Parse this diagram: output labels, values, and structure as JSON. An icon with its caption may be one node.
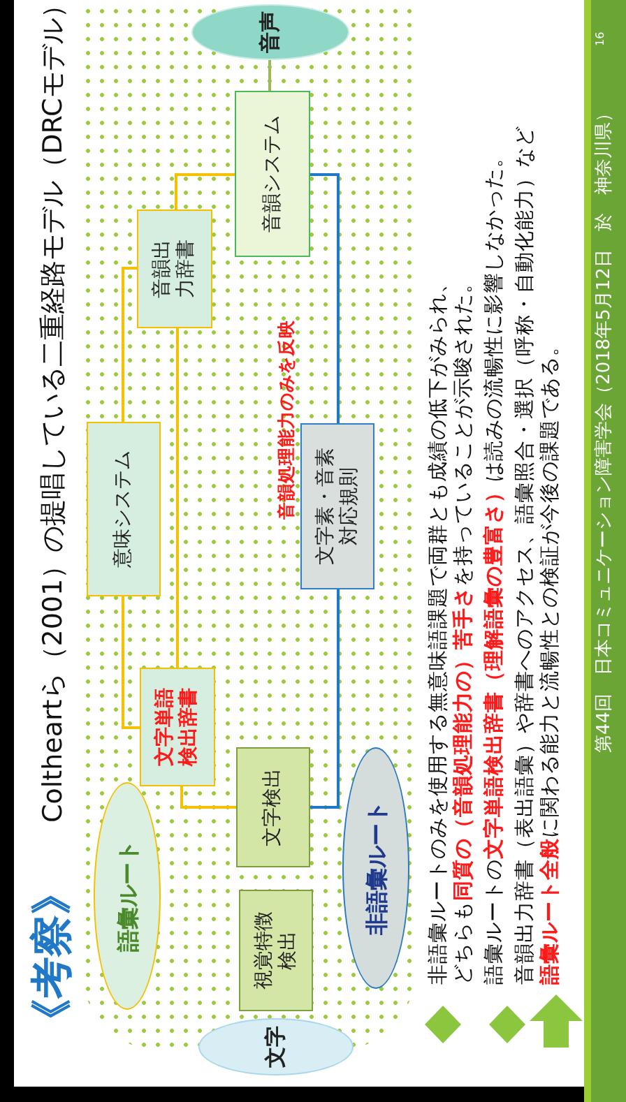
{
  "diagram": {
    "title": "《考察》",
    "nodes": [
      {
        "text": [
          "文字"
        ]
      },
      {
        "text": [
          "語彙ルート"
        ]
      },
      {
        "text": [
          "視覚特徴検出"
        ]
      },
      {
        "text": [
          "非語彙ルート"
        ]
      },
      {
        "text": [
          "文字検出"
        ]
      },
      {
        "text": [
          "文字単語検出辞書"
        ]
      },
      {
        "text": [
          "意味システム"
        ]
      },
      {
        "text": [
          "文字素・音素対応規則"
        ]
      },
      {
        "text": [
          "音韻出力辞書"
        ]
      },
      {
        "text": [
          "音韻システム"
        ]
      },
      {
        "text": [
          "音声"
        ]
      }
    ],
    "edges": [
      {
        "from": 4,
        "to": 5,
        "arrow": "none"
      },
      {
        "from": 5,
        "to": 6,
        "arrow": "none"
      },
      {
        "from": 5,
        "to": 8,
        "arrow": "none"
      },
      {
        "from": 6,
        "to": 8,
        "arrow": "none"
      },
      {
        "from": 8,
        "to": 9,
        "arrow": "none"
      },
      {
        "from": 4,
        "to": 7,
        "arrow": "none",
        "color": "#1f78c8"
      },
      {
        "from": 7,
        "to": 9,
        "arrow": "none",
        "color": "#1f78c8"
      },
      {
        "from": 9,
        "to": 10,
        "arrow": "none",
        "color": "#9bbb59"
      }
    ],
    "labels": [
      "Coltheartら（2001）の提唱している二重経路モデル（DRCモデル）",
      "音韻処理能力のみを反映",
      "非語彙ルートのみを使用する無意味語課題で両群とも成績の低下がみられ、どちらも**同質の（音韻処理能力の）苦手さ**を持っていることが示唆された。",
      "語彙ルートの**文字単語検出辞書（理解語彙の豊富さ）**は読みの流暢性に影響しなかった。",
      "音韻出力辞書（表出語彙）や辞書へのアクセス、語彙照合・選択（呼称・自動化能力）など**語彙ルート全般**に関わる能力と流暢性との検証が今後の課題である。",
      "第44回　日本コミュニケーション障害学会（2018年5月12日　於　神奈川県）",
      "16"
    ]
  }
}
